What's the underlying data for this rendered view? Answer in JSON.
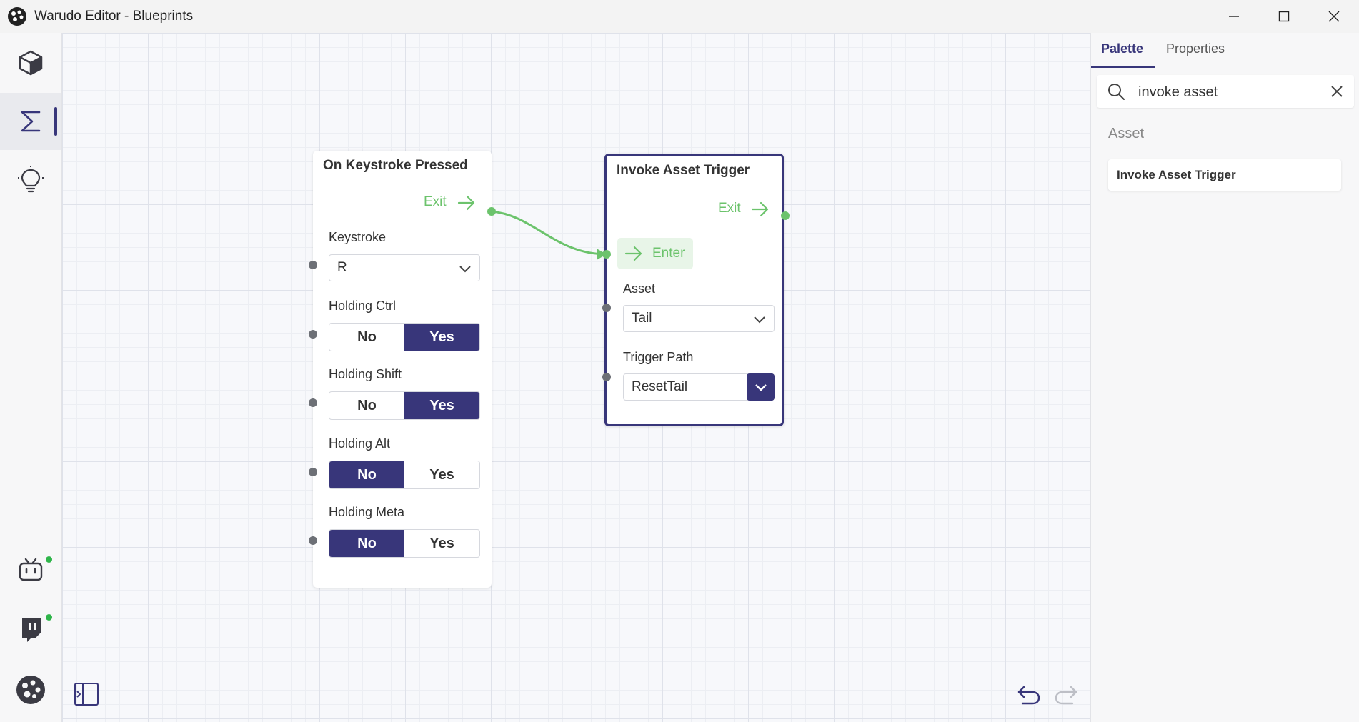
{
  "window": {
    "title": "Warudo Editor - Blueprints",
    "controls": [
      "minimize-icon",
      "maximize-icon",
      "close-icon"
    ]
  },
  "sidebar": {
    "top_items": [
      {
        "icon": "cube-icon",
        "active": false
      },
      {
        "icon": "sigma-icon",
        "active": true
      },
      {
        "icon": "lightbulb-icon",
        "active": false
      }
    ],
    "bottom_items": [
      {
        "icon": "bilibili-icon",
        "status": "connected"
      },
      {
        "icon": "twitch-icon",
        "status": "connected"
      },
      {
        "icon": "warudo-logo-icon"
      }
    ],
    "accent_color": "#38367a",
    "status_color": "#2fb54a"
  },
  "canvas": {
    "nodes": [
      {
        "title": "On Keystroke Pressed",
        "exit_label": "Exit",
        "keystroke": {
          "label": "Keystroke",
          "value": "R"
        },
        "holding_ctrl": {
          "label": "Holding Ctrl",
          "no": "No",
          "yes": "Yes",
          "selected": "Yes"
        },
        "holding_shift": {
          "label": "Holding Shift",
          "no": "No",
          "yes": "Yes",
          "selected": "Yes"
        },
        "holding_alt": {
          "label": "Holding Alt",
          "no": "No",
          "yes": "Yes",
          "selected": "No"
        },
        "holding_meta": {
          "label": "Holding Meta",
          "no": "No",
          "yes": "Yes",
          "selected": "No"
        }
      },
      {
        "title": "Invoke Asset Trigger",
        "selected": true,
        "exit_label": "Exit",
        "enter_label": "Enter",
        "asset": {
          "label": "Asset",
          "value": "Tail"
        },
        "trigger_path": {
          "label": "Trigger Path",
          "value": "ResetTail"
        }
      }
    ],
    "connection": {
      "from": "On Keystroke Pressed.Exit",
      "to": "Invoke Asset Trigger.Enter"
    },
    "flow_color": "#6cc36c",
    "toolbar": [
      "sidebar-toggle-icon",
      "undo-icon",
      "redo-icon"
    ]
  },
  "panel": {
    "tabs": [
      {
        "label": "Palette",
        "active": true
      },
      {
        "label": "Properties",
        "active": false
      }
    ],
    "search": {
      "value": "invoke asset",
      "placeholder": ""
    },
    "category": "Asset",
    "results": [
      "Invoke Asset Trigger"
    ]
  }
}
